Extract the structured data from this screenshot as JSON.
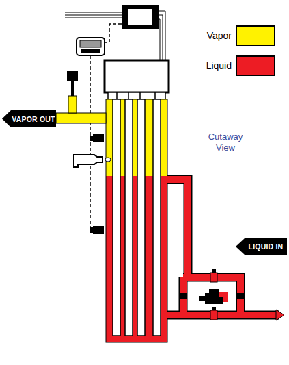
{
  "diagram": {
    "labels": [
      "VAPOR OUT",
      "LIQUID IN",
      "Cutaway View"
    ],
    "legend": [
      {
        "text": "Vapor",
        "color": "#fff200"
      },
      {
        "text": "Liquid",
        "color": "#ed1c24"
      }
    ]
  }
}
